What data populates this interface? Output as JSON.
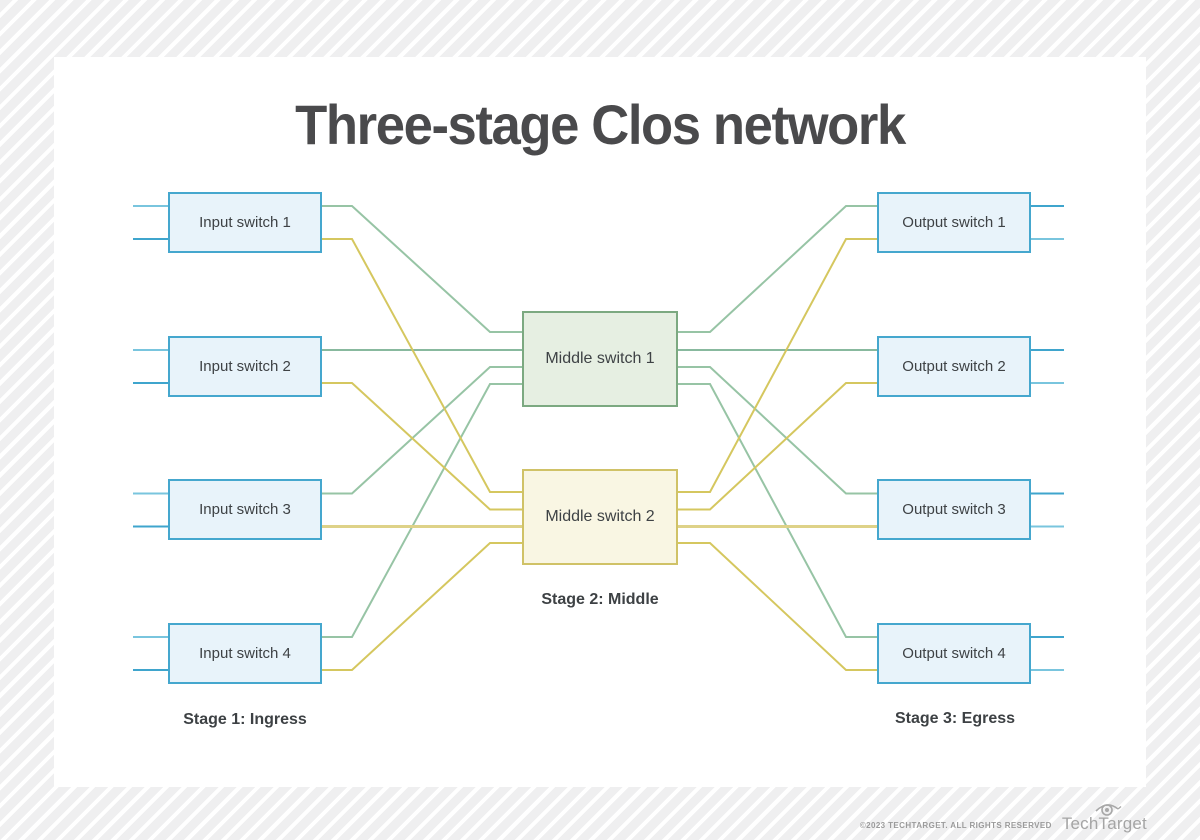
{
  "title": "Three-stage Clos network",
  "stages": {
    "ingress": "Stage 1: Ingress",
    "middle": "Stage 2: Middle",
    "egress": "Stage 3: Egress"
  },
  "nodes": {
    "inputs": [
      {
        "label": "Input switch 1"
      },
      {
        "label": "Input switch 2"
      },
      {
        "label": "Input switch 3"
      },
      {
        "label": "Input switch 4"
      }
    ],
    "middles": [
      {
        "label": "Middle switch 1"
      },
      {
        "label": "Middle switch 2"
      }
    ],
    "outputs": [
      {
        "label": "Output switch 1"
      },
      {
        "label": "Output switch 2"
      },
      {
        "label": "Output switch 3"
      },
      {
        "label": "Output switch 4"
      }
    ]
  },
  "edges": [
    {
      "from": "input-1",
      "to": "middle-1"
    },
    {
      "from": "input-2",
      "to": "middle-1"
    },
    {
      "from": "input-3",
      "to": "middle-1"
    },
    {
      "from": "input-4",
      "to": "middle-1"
    },
    {
      "from": "input-1",
      "to": "middle-2"
    },
    {
      "from": "input-2",
      "to": "middle-2"
    },
    {
      "from": "input-3",
      "to": "middle-2"
    },
    {
      "from": "input-4",
      "to": "middle-2"
    },
    {
      "from": "middle-1",
      "to": "output-1"
    },
    {
      "from": "middle-1",
      "to": "output-2"
    },
    {
      "from": "middle-1",
      "to": "output-3"
    },
    {
      "from": "middle-1",
      "to": "output-4"
    },
    {
      "from": "middle-2",
      "to": "output-1"
    },
    {
      "from": "middle-2",
      "to": "output-2"
    },
    {
      "from": "middle-2",
      "to": "output-3"
    },
    {
      "from": "middle-2",
      "to": "output-4"
    }
  ],
  "colors": {
    "input_output_fill": "#e8f3fa",
    "input_output_border": "#45a7ce",
    "middle1_fill": "#e6efe2",
    "middle1_border": "#7ca981",
    "middle2_fill": "#f9f6e3",
    "middle2_border": "#d0c267",
    "green_link": "#97c4a5",
    "green_link_straight": "#77af90",
    "yellow_link": "#d5c75f",
    "yellow_link_straight": "#ded288",
    "blue_link_dark": "#3fa5cd",
    "blue_link_light": "#79c5de",
    "title_text": "#4a4a4c"
  },
  "footer": {
    "copyright": "©2023 TECHTARGET. ALL RIGHTS RESERVED",
    "brand": "TechTarget"
  }
}
